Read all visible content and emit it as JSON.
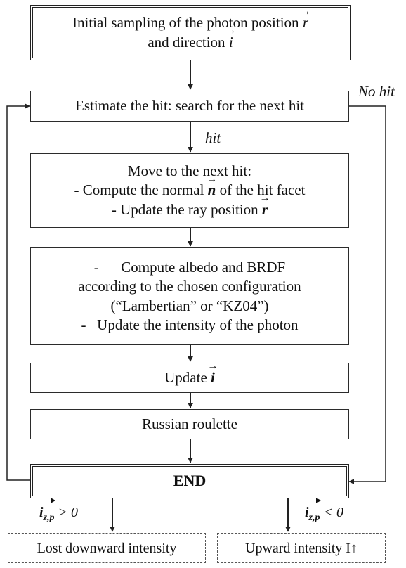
{
  "nodes": {
    "init": {
      "line1": "Initial sampling of the photon position",
      "line1_vec": "r",
      "line2": "and direction",
      "line2_vec": "i"
    },
    "estimate": {
      "text": "Estimate the hit: search for the next hit"
    },
    "move": {
      "line1": "Move to the next hit:",
      "line2_pre": "- Compute the normal",
      "line2_vec": "n",
      "line2_post": "of the hit facet",
      "line3_pre": "- Update the ray position",
      "line3_vec": "r"
    },
    "albedo": {
      "line1": "-      Compute albedo and BRDF",
      "line2": "according to the chosen configuration",
      "line3": "(“Lambertian” or “KZ04”)",
      "line4": "-   Update the intensity of the photon"
    },
    "update_i": {
      "text": "Update",
      "vec": "i"
    },
    "roulette": {
      "text": "Russian roulette"
    },
    "end": {
      "text": "END"
    },
    "lost": {
      "text": "Lost downward intensity"
    },
    "upward": {
      "text": "Upward intensity I↑"
    }
  },
  "edges": {
    "hit": "hit",
    "no_hit": "No hit",
    "down_symbol": "i",
    "down_sub": "z,p",
    "down_cond": "> 0",
    "up_symbol": "i",
    "up_sub": "z,p",
    "up_cond": "< 0"
  },
  "icons": {
    "vector_arrow": "→"
  },
  "colors": {
    "line": "#222222",
    "background": "#ffffff"
  }
}
